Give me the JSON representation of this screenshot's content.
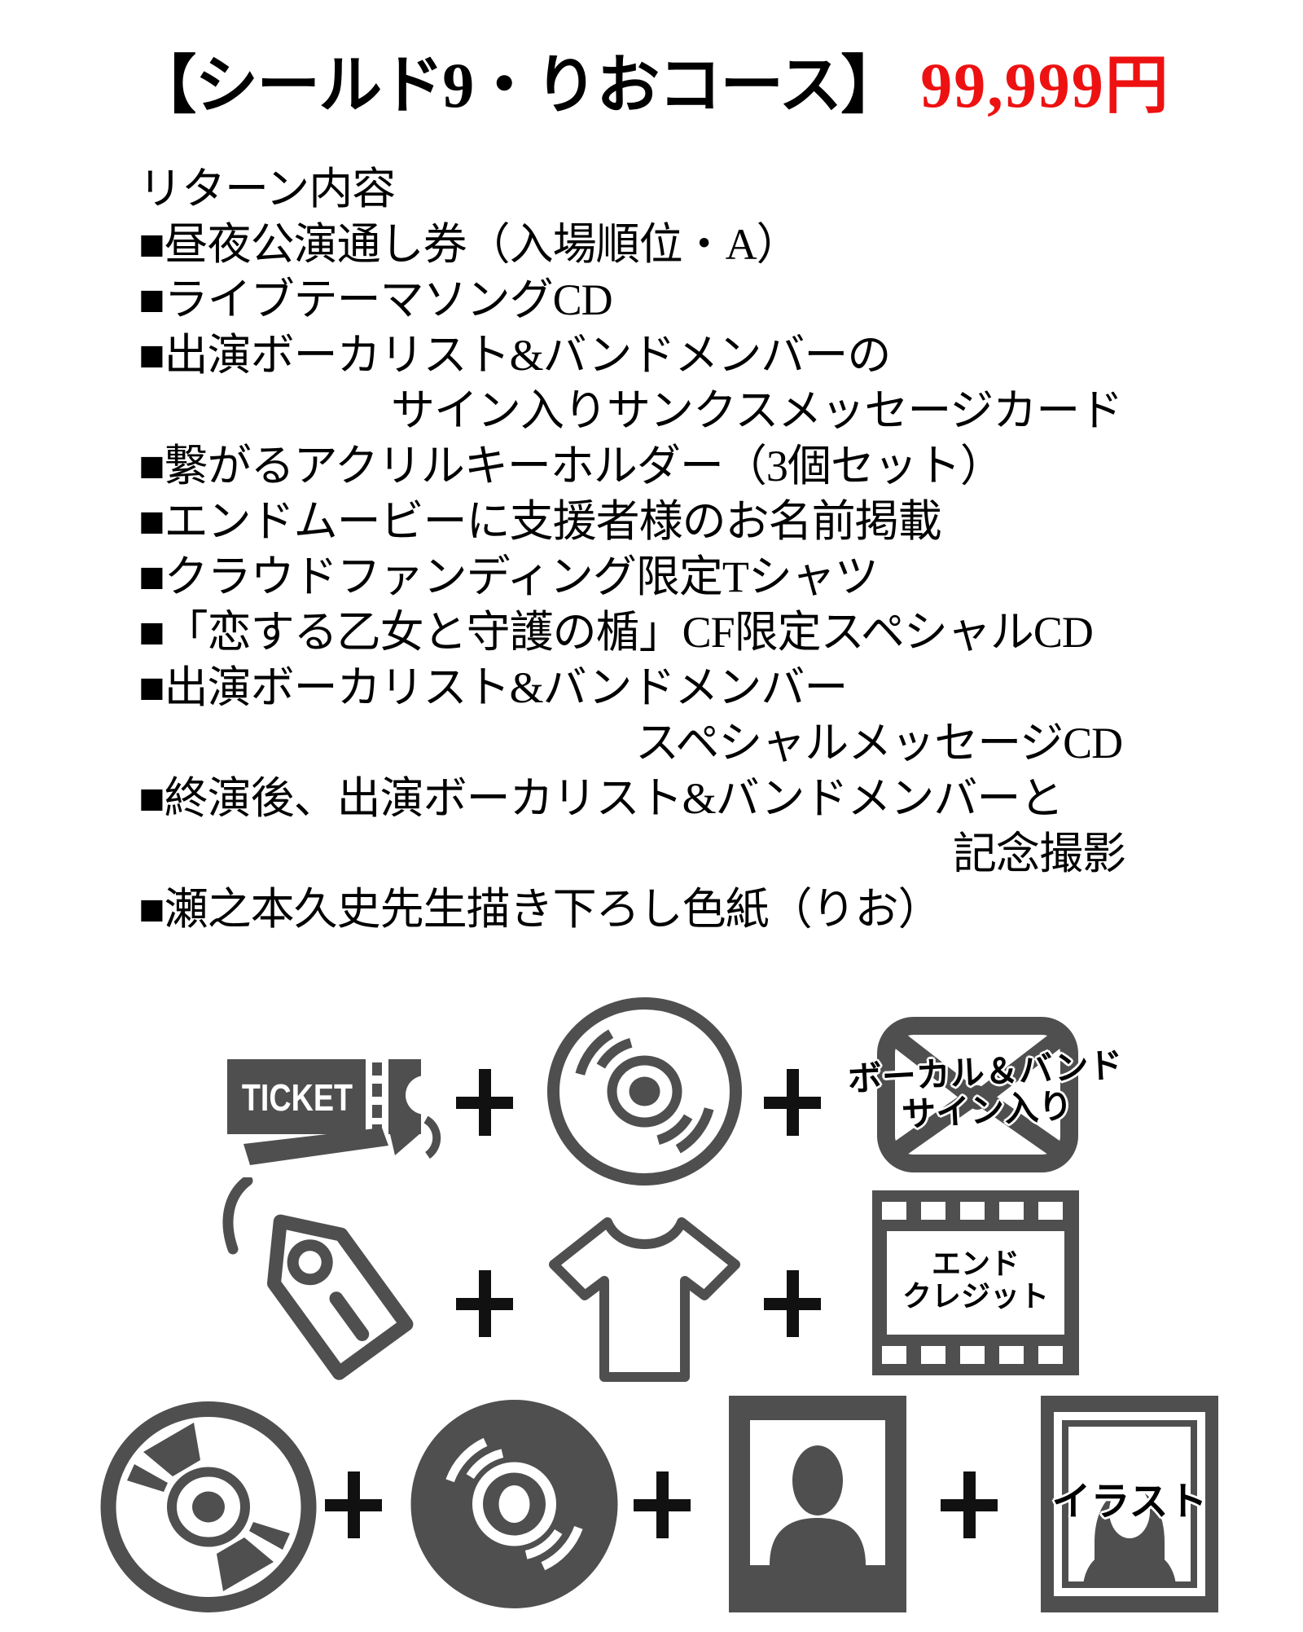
{
  "header": {
    "course_name": "【シールド9・りおコース】",
    "price": "99,999円",
    "price_color": "#ee1111"
  },
  "returns": {
    "heading": "リターン内容",
    "items": [
      "■昼夜公演通し券（入場順位・A）",
      "■ライブテーマソングCD",
      "■出演ボーカリスト&バンドメンバーの",
      "サイン入りサンクスメッセージカード",
      "■繋がるアクリルキーホルダー（3個セット）",
      "■エンドムービーに支援者様のお名前掲載",
      "■クラウドファンディング限定Tシャツ",
      "■「恋する乙女と守護の楯」CF限定スペシャルCD",
      "■出演ボーカリスト&バンドメンバー",
      "スペシャルメッセージCD",
      "■終演後、出演ボーカリスト&バンドメンバーと",
      "記念撮影",
      "■瀬之本久史先生描き下ろし色紙（りお）"
    ]
  },
  "icons": {
    "ticket": {
      "semantic": "ticket-icon",
      "label": "TICKET"
    },
    "cd": {
      "semantic": "cd-icon"
    },
    "signed_card": {
      "semantic": "envelope-icon",
      "caption_line1": "ボーカル＆バンド",
      "caption_line2": "サイン入り"
    },
    "keyholder": {
      "semantic": "tag-icon"
    },
    "tshirt": {
      "semantic": "tshirt-icon"
    },
    "end_credit": {
      "semantic": "film-strip-icon",
      "caption_line1": "エンド",
      "caption_line2": "クレジット"
    },
    "special_cd": {
      "semantic": "disc-icon"
    },
    "message_cd": {
      "semantic": "record-icon"
    },
    "photo": {
      "semantic": "portrait-photo-icon"
    },
    "illustration": {
      "semantic": "illustration-frame-icon",
      "caption": "イラスト"
    },
    "plus": {
      "semantic": "plus-icon"
    }
  },
  "colors": {
    "icon_gray": "#4f4f4f",
    "text": "#000000",
    "background": "#ffffff"
  }
}
